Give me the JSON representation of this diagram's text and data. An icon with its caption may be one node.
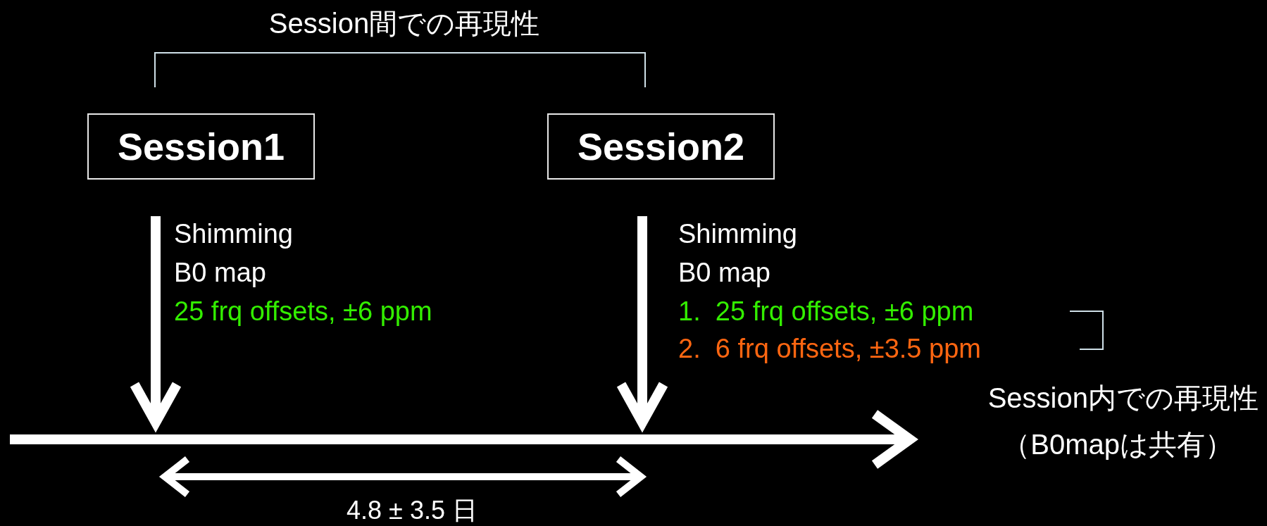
{
  "diagram": {
    "nodes": [
      {
        "text": [
          "Session1"
        ]
      },
      {
        "text": [
          "Session2"
        ]
      }
    ],
    "labels": [
      "Session間での再現性",
      "Shimming",
      "B0 map",
      "25 frq offsets, ±6 ppm",
      "Shimming",
      "B0 map",
      "1.  25 frq offsets, ±6 ppm",
      "2.  6 frq offsets, ±3.5 ppm",
      "Session内での再現性",
      "（B0mapは共有）",
      "4.8 ± 3.5 日"
    ]
  }
}
